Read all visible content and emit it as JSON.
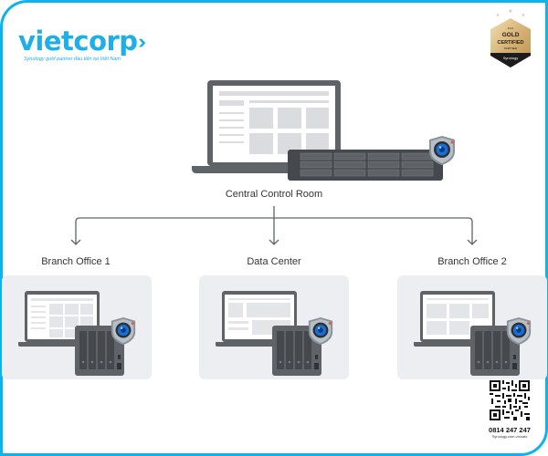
{
  "brand": {
    "name": "vietcorp",
    "chevrons": "›››",
    "tagline": "Synology gold partner đầu tiên tại Việt Nam",
    "accent": "#1eaee8"
  },
  "badge": {
    "year": "2024",
    "line1": "GOLD",
    "line2": "CERTIFIED",
    "line3": "PARTNER",
    "vendor": "Synology"
  },
  "diagram": {
    "root": {
      "label": "Central Control Room",
      "devices": [
        "laptop-icon",
        "rack-nas-icon",
        "surveillance-camera-icon"
      ]
    },
    "children": [
      {
        "label": "Branch Office 1",
        "devices": [
          "laptop-icon",
          "desktop-nas-icon",
          "surveillance-camera-icon"
        ]
      },
      {
        "label": "Data Center",
        "devices": [
          "laptop-icon",
          "desktop-nas-icon",
          "surveillance-camera-icon"
        ]
      },
      {
        "label": "Branch Office 2",
        "devices": [
          "laptop-icon",
          "desktop-nas-icon",
          "surveillance-camera-icon"
        ]
      }
    ]
  },
  "contact": {
    "phone": "0814 247 247",
    "url": "Synology.com.vn/zalo"
  },
  "colors": {
    "frame": "#0bb3ef",
    "device": "#5f6368",
    "panel": "#eceef1",
    "camera_lens": "#1a6fd6"
  }
}
